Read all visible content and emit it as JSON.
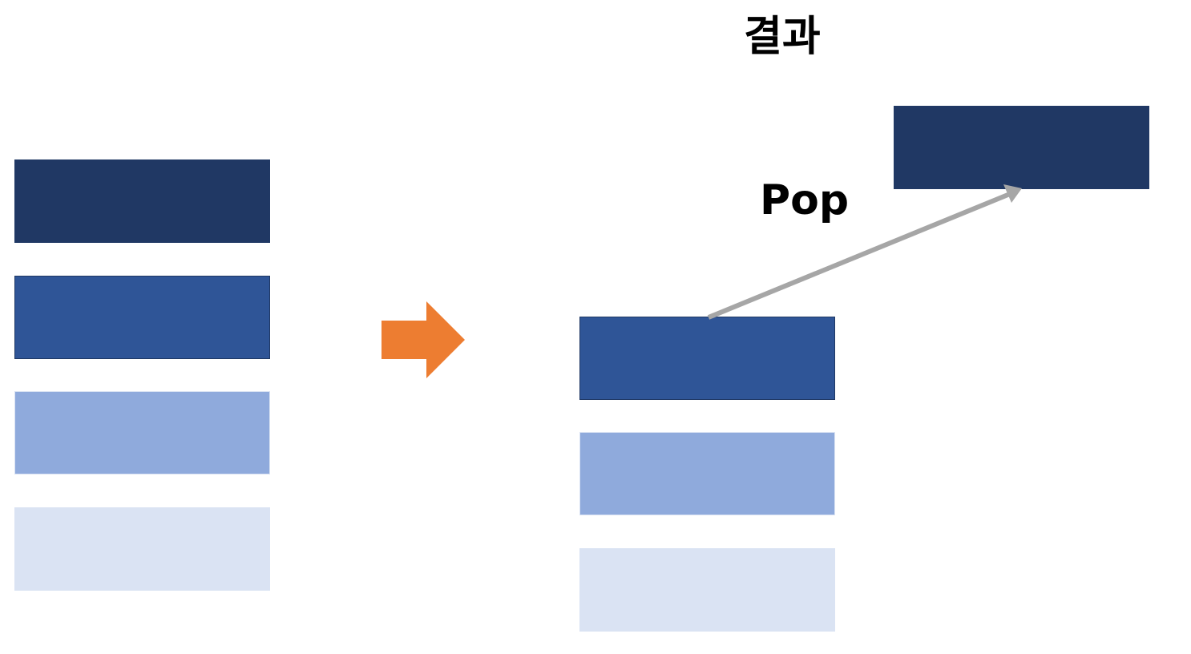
{
  "labels": {
    "result_title": "결과",
    "pop_label": "Pop"
  },
  "colors": {
    "dark_navy": "#203864",
    "medium_blue": "#2F5597",
    "light_blue": "#8FAADC",
    "pale_blue": "#DAE3F3",
    "transition_arrow": "#ED7D31",
    "pop_arrow": "#A6A6A6"
  },
  "before_stack": {
    "items": [
      "dark_navy",
      "medium_blue",
      "light_blue",
      "pale_blue"
    ]
  },
  "after_stack": {
    "items": [
      "medium_blue",
      "light_blue",
      "pale_blue"
    ]
  },
  "popped_item": "dark_navy"
}
